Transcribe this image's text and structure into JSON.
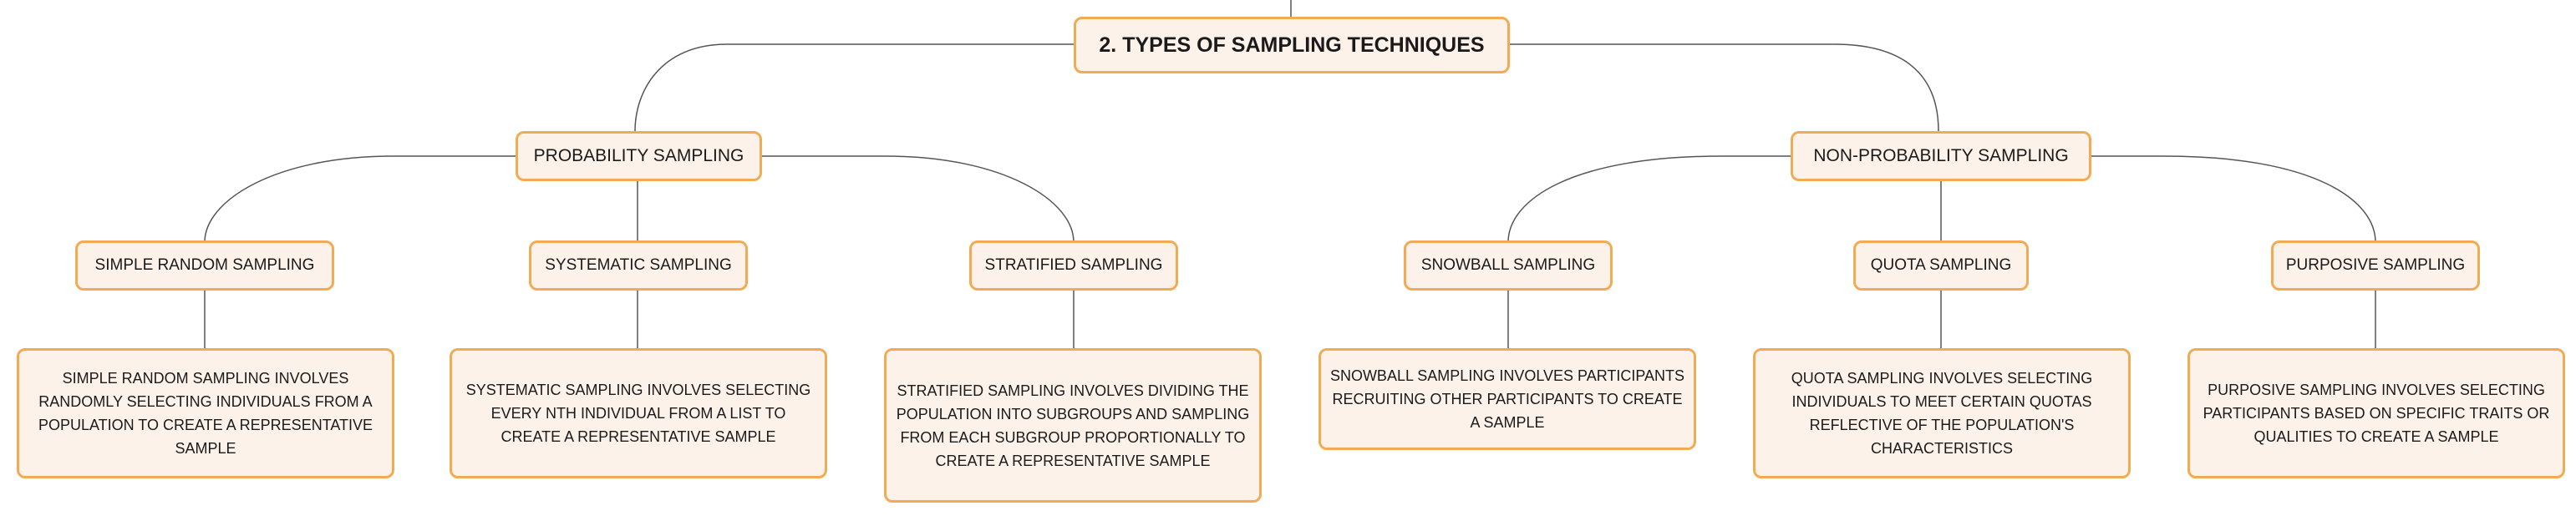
{
  "root": "2. TYPES OF SAMPLING TECHNIQUES",
  "probability": {
    "title": "PROBABILITY SAMPLING",
    "simple_random": {
      "title": "SIMPLE RANDOM SAMPLING",
      "description": "SIMPLE RANDOM SAMPLING INVOLVES RANDOMLY SELECTING INDIVIDUALS FROM A POPULATION TO CREATE A REPRESENTATIVE SAMPLE"
    },
    "systematic": {
      "title": "SYSTEMATIC SAMPLING",
      "description": "SYSTEMATIC SAMPLING INVOLVES SELECTING EVERY NTH INDIVIDUAL FROM A LIST TO CREATE A REPRESENTATIVE SAMPLE"
    },
    "stratified": {
      "title": "STRATIFIED SAMPLING",
      "description": "STRATIFIED SAMPLING INVOLVES DIVIDING THE POPULATION INTO SUBGROUPS AND SAMPLING FROM EACH SUBGROUP PROPORTIONALLY TO CREATE A REPRESENTATIVE SAMPLE"
    }
  },
  "non_probability": {
    "title": "NON-PROBABILITY SAMPLING",
    "snowball": {
      "title": "SNOWBALL SAMPLING",
      "description": "SNOWBALL SAMPLING INVOLVES PARTICIPANTS RECRUITING OTHER PARTICIPANTS TO CREATE A SAMPLE"
    },
    "quota": {
      "title": "QUOTA SAMPLING",
      "description": "QUOTA SAMPLING INVOLVES SELECTING INDIVIDUALS TO MEET CERTAIN QUOTAS REFLECTIVE OF THE POPULATION'S CHARACTERISTICS"
    },
    "purposive": {
      "title": "PURPOSIVE SAMPLING",
      "description": "PURPOSIVE SAMPLING INVOLVES SELECTING PARTICIPANTS BASED ON SPECIFIC TRAITS OR QUALITIES TO CREATE A SAMPLE"
    }
  },
  "colors": {
    "node_fill": "#fdf2ea",
    "node_border": "#f2ab55",
    "connector": "#555555"
  }
}
